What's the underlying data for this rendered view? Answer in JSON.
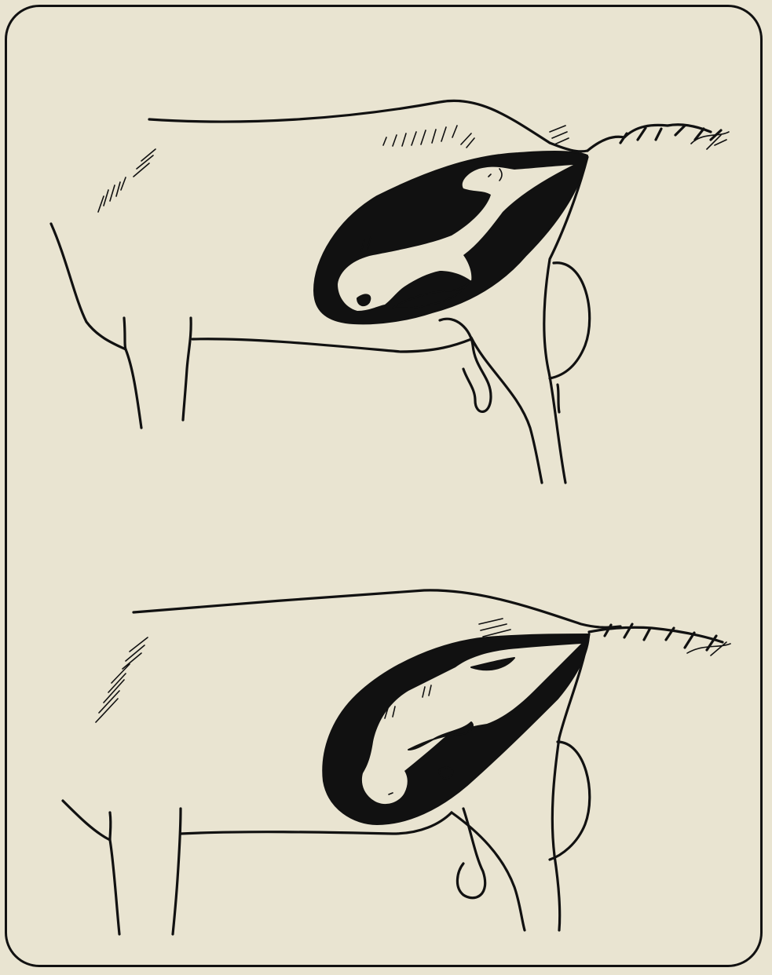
{
  "figure": {
    "panels": [
      {
        "id": "top",
        "icon": "cow-hindquarters-pregnant-icon",
        "subject": "calf-in-uterus-posterior"
      },
      {
        "id": "bottom",
        "icon": "cow-hindquarters-pregnant-icon",
        "subject": "calf-in-uterus-anterior"
      }
    ],
    "colors": {
      "paper": "#e9e4d1",
      "ink": "#111111"
    }
  }
}
